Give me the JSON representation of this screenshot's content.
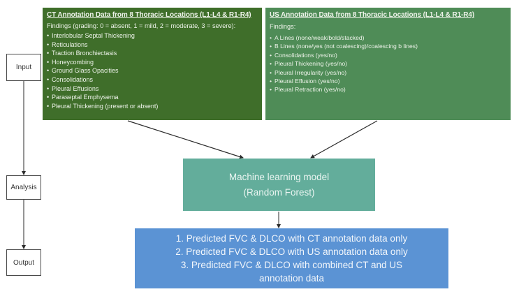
{
  "stages": {
    "input": "Input",
    "analysis": "Analysis",
    "output": "Output"
  },
  "ct_panel": {
    "title": "CT Annotation Data from 8 Thoracic Locations (L1-L4 & R1-R4)",
    "subtitle": "Findings (grading: 0 = absent, 1 = mild, 2 = moderate, 3 = severe):",
    "items": [
      "Interlobular Septal Thickening",
      "Reticulations",
      "Traction Bronchiectasis",
      "Honeycombing",
      "Ground Glass Opacities",
      "Consolidations",
      "Pleural Effusions",
      "Paraseptal Emphysema",
      "Pleural Thickening (present or absent)"
    ]
  },
  "us_panel": {
    "title": "US Annotation Data from 8 Thoracic Locations (L1-L4 & R1-R4)",
    "subtitle": "Findings:",
    "items": [
      "A Lines  (none/weak/bold/stacked)",
      "B Lines (none/yes (not coalescing)/coalescing b lines)",
      "Consolidations (yes/no)",
      "Pleural Thickening (yes/no)",
      "Pleural Irregularity (yes/no)",
      "Pleural Effusion (yes/no)",
      "Pleural Retraction (yes/no)"
    ]
  },
  "model": {
    "line1": "Machine learning model",
    "line2": "(Random Forest)"
  },
  "outputs": [
    "1. Predicted FVC & DLCO with CT annotation data only",
    "2. Predicted FVC & DLCO with US annotation data only",
    "3. Predicted FVC & DLCO with combined CT and US  annotation data"
  ],
  "colors": {
    "ct_panel": "#3f6e2a",
    "us_panel": "#4f8c57",
    "model_box": "#63ad9b",
    "output_box": "#5b93d4",
    "arrow": "#2b2b2b"
  },
  "bullet": "•"
}
